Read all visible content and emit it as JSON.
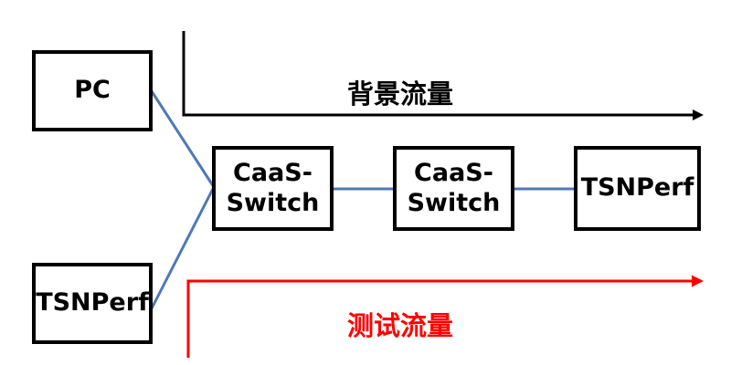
{
  "nodes": {
    "pc": "PC",
    "tsnperf_left": "TSNPerf",
    "switch_1": "CaaS-\nSwitch",
    "switch_2": "CaaS-\nSwitch",
    "tsnperf_right": "TSNPerf"
  },
  "flows": {
    "background": "背景流量",
    "test": "测试流量"
  },
  "colors": {
    "link": "#4f78b8",
    "background_flow": "#000000",
    "test_flow": "#ff0000",
    "box_border": "#000000"
  }
}
